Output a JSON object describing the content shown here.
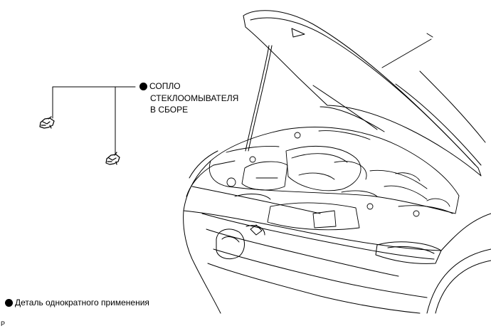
{
  "callout": {
    "line1": "СОПЛО",
    "line2": "СТЕКЛООМЫВАТЕЛЯ",
    "line3": "В СБОРЕ"
  },
  "legend": {
    "text": "Деталь однократного применения"
  },
  "figure_code": "P"
}
